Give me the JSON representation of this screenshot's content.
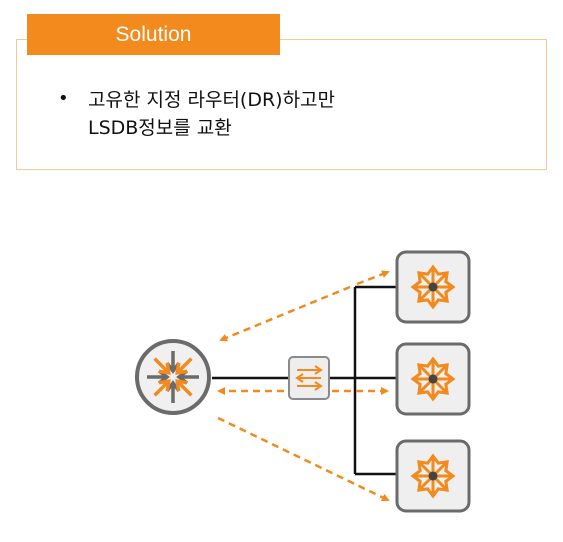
{
  "solution": {
    "tab_label": "Solution",
    "bullet_symbol": "•",
    "bullet_lines": [
      "고유한 지정 라우터(DR)하고만",
      "LSDB정보를 교환"
    ]
  },
  "diagram": {
    "colors": {
      "accent": "#f28a1e",
      "router_border": "#6b6b6b",
      "router_fill": "#f0f0f0",
      "switch_arrow": "#f28a1e",
      "line": "#111111"
    },
    "icons": [
      "router-icon",
      "hub-switch-icon",
      "l3-switch-icon"
    ]
  }
}
